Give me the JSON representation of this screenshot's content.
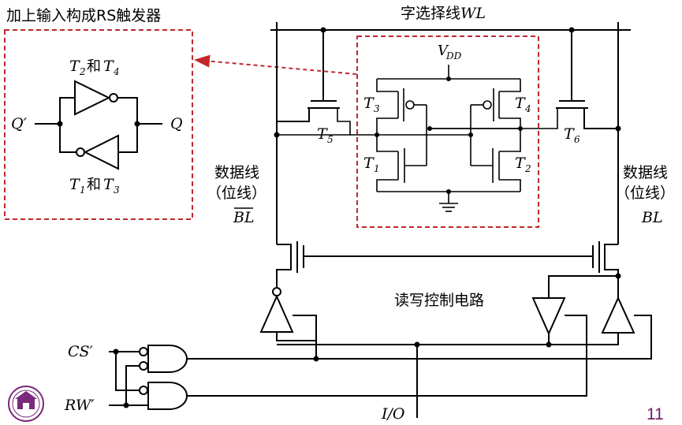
{
  "labels": {
    "rs_title": "加上输入构成RS触发器",
    "wordline": "字选择线",
    "wordline_var": "WL",
    "vdd": "V",
    "vdd_sub": "DD",
    "t2_t4": "和",
    "t1_t3": "和",
    "q_prime": "Q′",
    "q": "Q",
    "t1": "T",
    "t1_sub": "1",
    "t2": "T",
    "t2_sub": "2",
    "t3": "T",
    "t3_sub": "3",
    "t4": "T",
    "t4_sub": "4",
    "t5": "T",
    "t5_sub": "5",
    "t6": "T",
    "t6_sub": "6",
    "bitline_left_1": "数据线",
    "bitline_left_2": "（位线）",
    "bitline_left_var": "BL",
    "bitline_right_1": "数据线",
    "bitline_right_2": "（位线）",
    "bitline_right_var": "BL",
    "rw_control": "读写控制电路",
    "cs": "CS′",
    "rw": "RW′",
    "io": "I/O",
    "page_number": "11"
  },
  "colors": {
    "highlight_box": "#c0282d",
    "page_number": "#6b1b6b",
    "logo": "#7a2a7a"
  }
}
